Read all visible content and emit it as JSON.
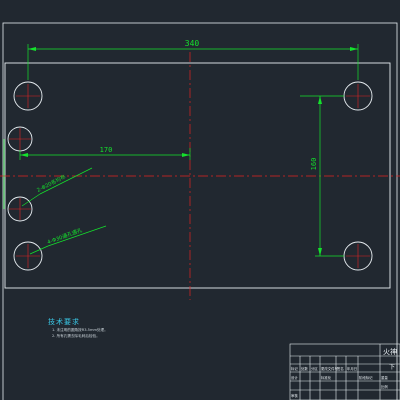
{
  "colors": {
    "background": "#212830",
    "outline": "#e8eef2",
    "dimension": "#14e22c",
    "centerline": "#e32222",
    "frame": "#e8eef2",
    "notes_title": "#39c7e6"
  },
  "dimensions": {
    "overall_width": "340",
    "hole_offset": "170",
    "hole_spacing_vertical": "160"
  },
  "callouts": {
    "holes_a": "2-Φ20各均布",
    "holes_b": "4-Φ30通孔通孔"
  },
  "technical_requirements": {
    "title": "技术要求",
    "items": [
      "1. 未注明的圆角按R3.5mm处理。",
      "2. 所有孔需去除毛刺后检验。"
    ]
  },
  "title_block": {
    "title": "火神",
    "subtitle": "下",
    "row_labels": [
      "标记",
      "处数",
      "分区",
      "更改文件号",
      "签名",
      "年月日"
    ],
    "designer_label": "设计",
    "standard_label": "标准化",
    "stage_label": "阶段标记",
    "weight_label": "重量",
    "scale_label": "比例",
    "review_label": "审核"
  }
}
